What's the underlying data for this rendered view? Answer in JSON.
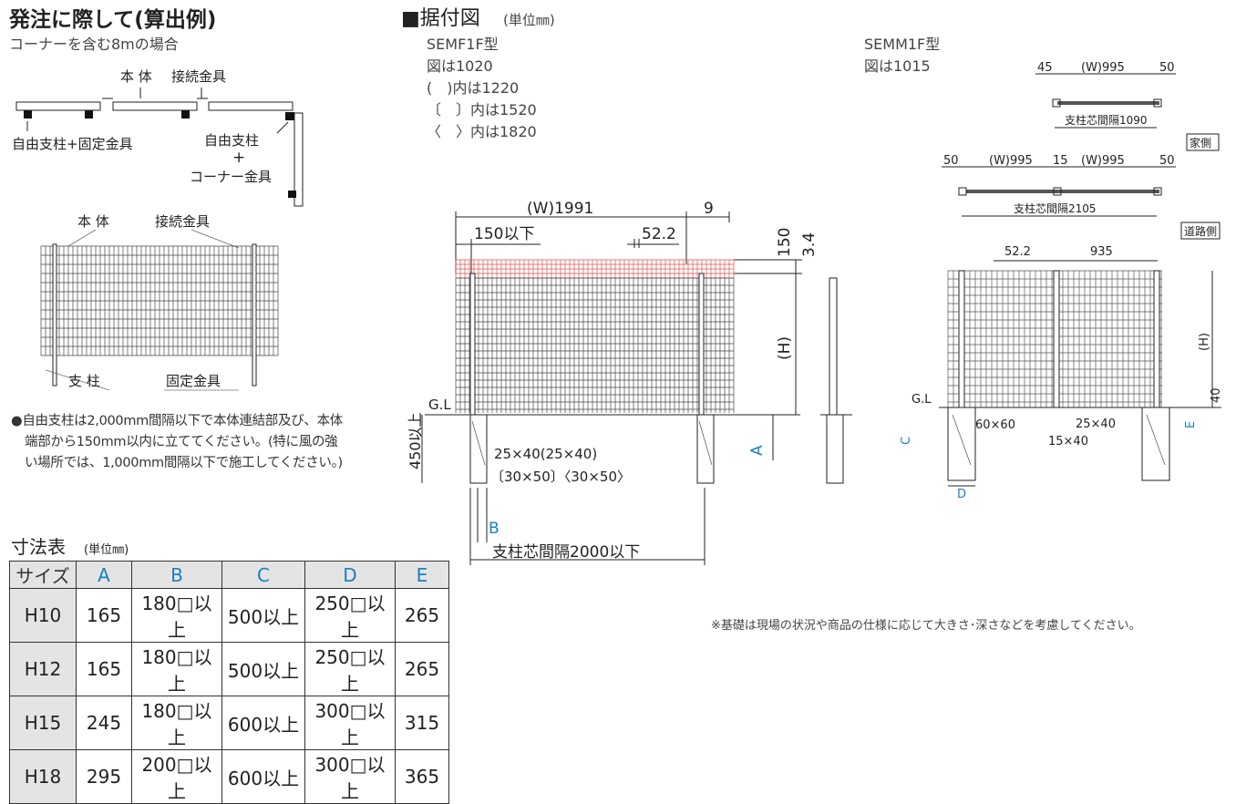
{
  "left": {
    "title": "発注に際して(算出例)",
    "subtitle": "コーナーを含む8mの場合",
    "plan_labels": {
      "body": "本 体",
      "joint": "接続金具",
      "free_post_fixed": "自由支柱+固定金具",
      "free_post": "自由支柱",
      "plus": "+",
      "corner": "コーナー金具"
    },
    "elev_labels": {
      "body": "本 体",
      "joint": "接続金具",
      "post": "支 柱",
      "fixed": "固定金具"
    },
    "note": [
      "●自由支柱は2,000mm間隔以下で本体連結部及び、本体",
      "端部から150mm以内に立ててください。(特に風の強",
      "い場所では、1,000mm間隔以下で施工してください。)"
    ]
  },
  "table": {
    "title": "寸法表",
    "unit": "(単位㎜)",
    "headers": [
      "サイズ",
      "A",
      "B",
      "C",
      "D",
      "E"
    ],
    "rows": [
      [
        "H10",
        "165",
        "180□以上",
        "500以上",
        "250□以上",
        "265"
      ],
      [
        "H12",
        "165",
        "180□以上",
        "500以上",
        "250□以上",
        "265"
      ],
      [
        "H15",
        "245",
        "180□以上",
        "600以上",
        "300□以上",
        "315"
      ],
      [
        "H18",
        "295",
        "200□以上",
        "600以上",
        "300□以上",
        "365"
      ]
    ]
  },
  "install": {
    "title": "■据付図",
    "unit": "(単位㎜)",
    "model1": [
      "SEMF1F型",
      "図は1020",
      "(　)内は1220",
      "〔　〕内は1520",
      "〈　〉内は1820"
    ],
    "model2": [
      "SEMM1F型",
      "図は1015"
    ],
    "dims1": {
      "w": "(W)1991",
      "nine": "9",
      "max150": "150以下",
      "d522": "52.2",
      "d150": "150",
      "d34": "3.4",
      "h": "(H)",
      "gl": "G.L",
      "min450": "450以上",
      "a": "A",
      "post1": "25×40(25×40)",
      "post2": "〔30×50〕〈30×50〉",
      "b": "B",
      "pitch": "支柱芯間隔2000以下"
    },
    "plan1": {
      "d45": "45",
      "w": "(W)995",
      "d50": "50",
      "pitch": "支柱芯間隔1090",
      "house": "家側"
    },
    "plan2": {
      "d50a": "50",
      "w1": "(W)995",
      "d15": "15",
      "w2": "(W)995",
      "d50b": "50",
      "pitch": "支柱芯間隔2105",
      "road": "道路側"
    },
    "dims2": {
      "d522": "52.2",
      "d935": "935",
      "h": "(H)",
      "gl": "G.L",
      "d40": "40",
      "c": "C",
      "e": "E",
      "d": "D",
      "p1": "60×60",
      "p2": "25×40",
      "p3": "15×40"
    },
    "footnote": "※基礎は現場の状況や商品の仕様に応じて大きさ･深さなどを考慮してください。"
  }
}
